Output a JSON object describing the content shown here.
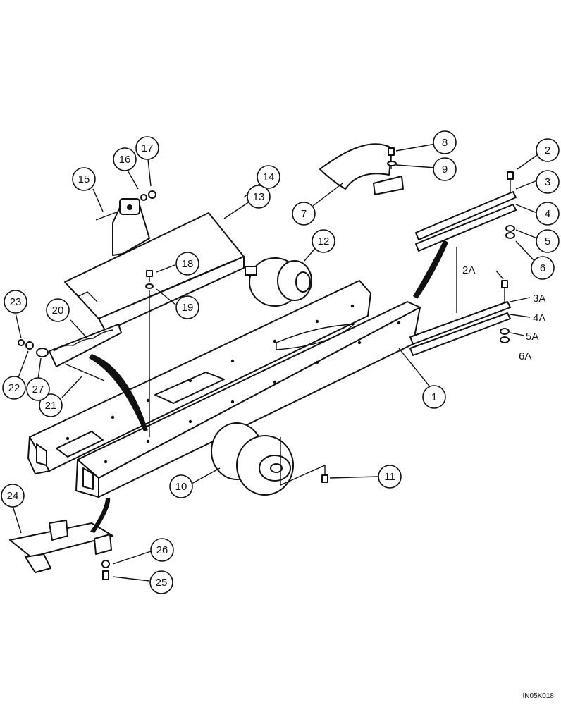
{
  "callouts": [
    {
      "id": "c1",
      "label": "1"
    },
    {
      "id": "c2",
      "label": "2"
    },
    {
      "id": "c3",
      "label": "3"
    },
    {
      "id": "c4",
      "label": "4"
    },
    {
      "id": "c5",
      "label": "5"
    },
    {
      "id": "c6",
      "label": "6"
    },
    {
      "id": "c7",
      "label": "7"
    },
    {
      "id": "c8",
      "label": "8"
    },
    {
      "id": "c9",
      "label": "9"
    },
    {
      "id": "c10",
      "label": "10"
    },
    {
      "id": "c11",
      "label": "11"
    },
    {
      "id": "c12",
      "label": "12"
    },
    {
      "id": "c13",
      "label": "13"
    },
    {
      "id": "c14",
      "label": "14"
    },
    {
      "id": "c15",
      "label": "15"
    },
    {
      "id": "c16",
      "label": "16"
    },
    {
      "id": "c17",
      "label": "17"
    },
    {
      "id": "c18",
      "label": "18"
    },
    {
      "id": "c19",
      "label": "19"
    },
    {
      "id": "c20",
      "label": "20"
    },
    {
      "id": "c21",
      "label": "21"
    },
    {
      "id": "c22",
      "label": "22"
    },
    {
      "id": "c23",
      "label": "23"
    },
    {
      "id": "c24",
      "label": "24"
    },
    {
      "id": "c25",
      "label": "25"
    },
    {
      "id": "c26",
      "label": "26"
    },
    {
      "id": "c27",
      "label": "27"
    }
  ],
  "plain_labels": {
    "l2a": "2A",
    "l3a": "3A",
    "l4a": "4A",
    "l5a": "5A",
    "l6a": "6A"
  },
  "drawing_code": "IN05K018"
}
